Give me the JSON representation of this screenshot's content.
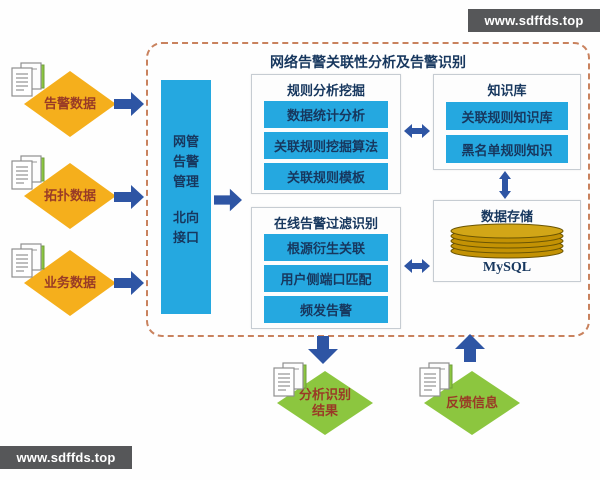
{
  "watermark": {
    "text": "www.sdffds.top"
  },
  "diagram": {
    "title": "网络告警关联性分析及告警识别",
    "inputs": [
      {
        "label": "告警数据"
      },
      {
        "label": "拓扑数据"
      },
      {
        "label": "业务数据"
      }
    ],
    "gateway": {
      "top_label": "网管告警管理",
      "bottom_label": "北向接口"
    },
    "rule_mining": {
      "title": "规则分析挖掘",
      "items": [
        "数据统计分析",
        "关联规则挖掘算法",
        "关联规则模板"
      ]
    },
    "online_filter": {
      "title": "在线告警过滤识别",
      "items": [
        "根源衍生关联",
        "用户侧端口匹配",
        "频发告警"
      ]
    },
    "knowledge_base": {
      "title": "知识库",
      "items": [
        "关联规则知识库",
        "黑名单规则知识"
      ]
    },
    "data_storage": {
      "title": "数据存储",
      "db_label": "MySQL"
    },
    "outputs": [
      {
        "label": "分析识别结果"
      },
      {
        "label": "反馈信息"
      }
    ]
  },
  "icons": {
    "document": "document-icon (two overlapping pages with green sheet)",
    "database": "database-cylinder (stacked gold disks)",
    "arrows": [
      "block-arrow-right",
      "double-arrow-horizontal",
      "double-arrow-vertical",
      "block-arrow-down",
      "block-arrow-up"
    ]
  },
  "colors": {
    "cyan_box": "#25a8e0",
    "navy_text": "#17375e",
    "yellow_diamond": "#f5af1c",
    "green_diamond": "#8cc63f",
    "diamond_text": "#993b26",
    "arrow_blue": "#2e55a4",
    "dashed_border": "#c9825e",
    "watermark_bg": "#565759",
    "db_gold": "#c39204"
  }
}
